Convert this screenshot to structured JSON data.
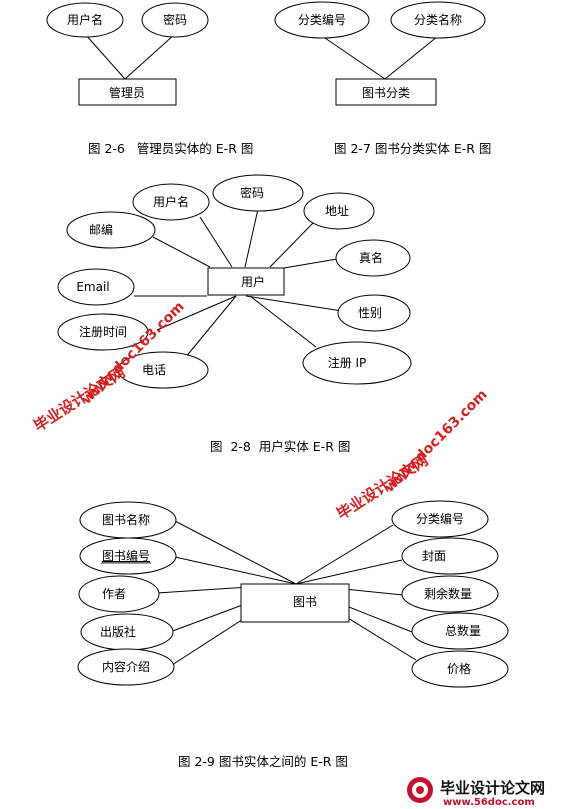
{
  "diagrams": {
    "admin": {
      "entity": "管理员",
      "attrs": [
        "用户名",
        "密码"
      ],
      "caption": "图 2-6   管理员实体的 E-R 图"
    },
    "category": {
      "entity": "图书分类",
      "attrs": [
        "分类编号",
        "分类名称"
      ],
      "caption": "图 2-7 图书分类实体 E-R 图"
    },
    "user": {
      "entity": "用户",
      "attrs": [
        "用户名",
        "密码",
        "邮编",
        "地址",
        "真名",
        "Email",
        "性别",
        "注册时间",
        "电话",
        "注册 IP"
      ],
      "caption": "图  2-8  用户实体 E-R 图"
    },
    "book": {
      "entity": "图书",
      "attrs": [
        "图书名称",
        "图书编号",
        "作者",
        "出版社",
        "内容介绍",
        "分类编号",
        "封面",
        "剩余数量",
        "总数量",
        "价格"
      ],
      "underlined_attr": "图书编号",
      "caption": "图 2-9 图书实体之间的 E-R 图"
    }
  },
  "watermarks": {
    "site_cn": "毕业设计论文网",
    "site_url": "www.doc163.com",
    "footer_cn": "毕业设计论文网",
    "footer_url": "www.56doc.com",
    "color": "#d81e1e"
  }
}
